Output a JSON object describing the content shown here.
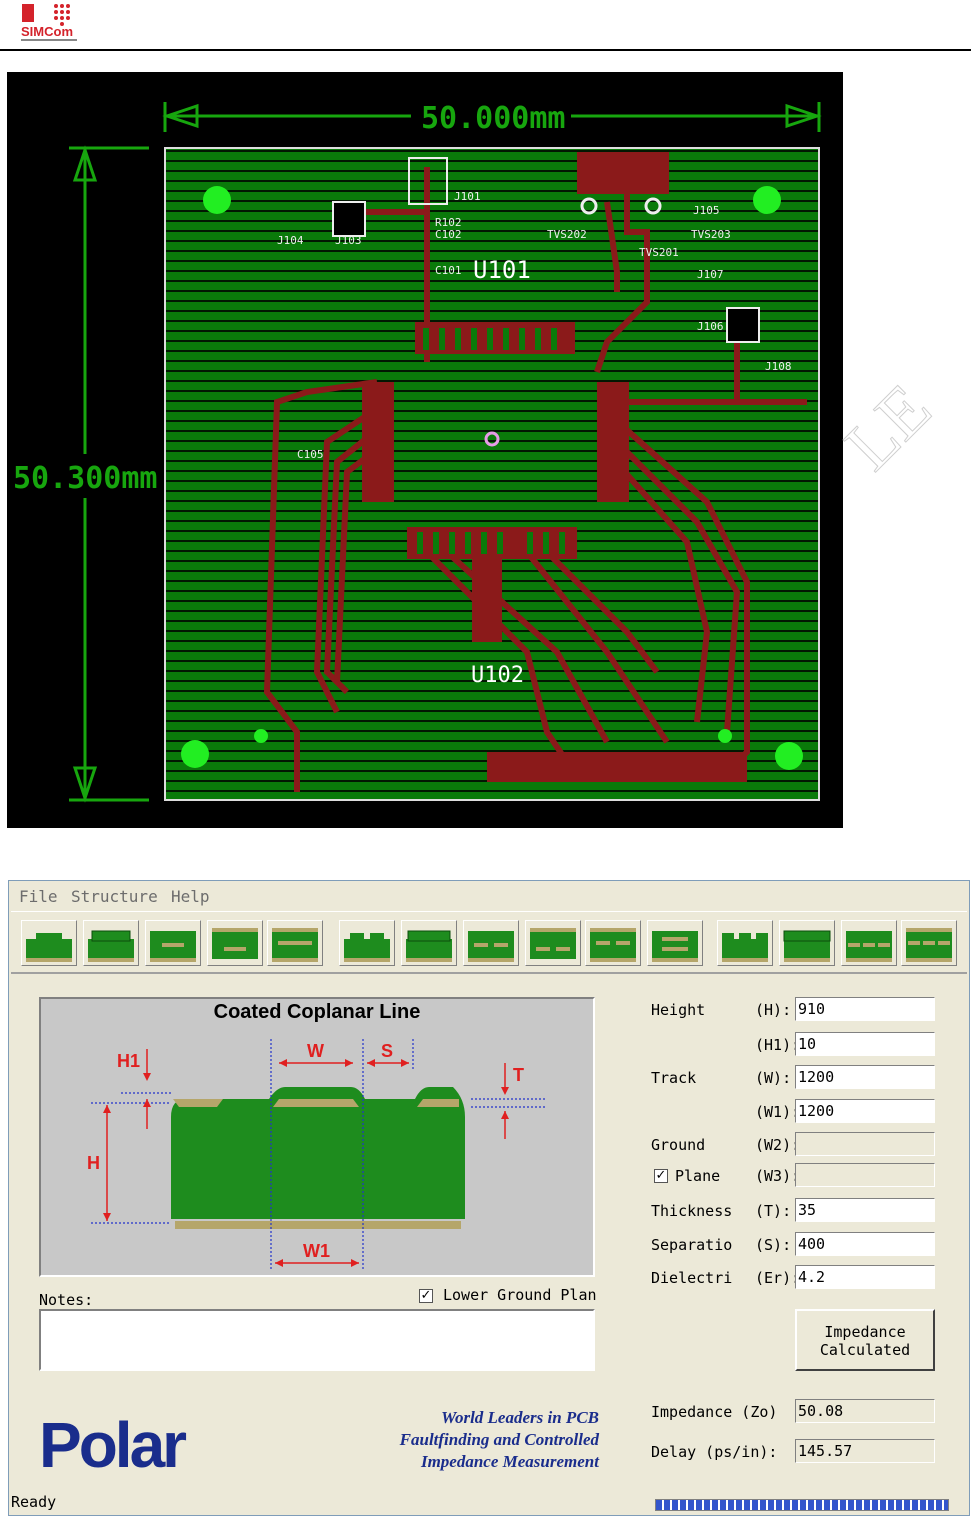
{
  "brand": {
    "name": "SIMCom"
  },
  "pcb": {
    "width_label": "50.000mm",
    "height_label": "50.300mm",
    "chip_label": "U101",
    "chip_label_bottom": "U102",
    "refs": {
      "j101": "J101",
      "j103": "J103",
      "j104": "J104",
      "j105": "J105",
      "j106": "J106",
      "j107": "J107",
      "j108": "J108",
      "tvs202": "TVS202",
      "tvs203": "TVS203",
      "tvs201": "TVS201",
      "c105": "C105",
      "c101": "C101",
      "c102": "C102",
      "r102": "R102"
    },
    "colors": {
      "board": "#0a7a0a",
      "trace": "#8b1a1a",
      "dimension": "#17a60e",
      "pad": "#22ee22"
    }
  },
  "app": {
    "menu": [
      "File",
      "Structure",
      "Help"
    ],
    "diagram": {
      "title": "Coated Coplanar Line",
      "labels": {
        "w": "W",
        "s": "S",
        "h1": "H1",
        "t": "T",
        "h": "H",
        "w1": "W1"
      },
      "colors": {
        "substrate": "#1e8c1e",
        "copper": "#b5a66a",
        "dimension": "#e02020",
        "guide": "#2233cc"
      }
    },
    "params": [
      {
        "label": "Height",
        "sym": "(H):",
        "value": "910"
      },
      {
        "label": "",
        "sym": "(H1):",
        "value": "10"
      },
      {
        "label": "Track",
        "sym": "(W):",
        "value": "1200"
      },
      {
        "label": "",
        "sym": "(W1):",
        "value": "1200"
      },
      {
        "label": "Ground",
        "sym": "(W2):",
        "value": ""
      },
      {
        "label": "Plane",
        "sym": "(W3):",
        "value": ""
      },
      {
        "label": "Thickness",
        "sym": "(T):",
        "value": "35"
      },
      {
        "label": "Separatio",
        "sym": "(S):",
        "value": "400"
      },
      {
        "label": "Dielectri",
        "sym": "(Er):",
        "value": "4.2"
      }
    ],
    "plane_checked": "✓",
    "notes_label": "Notes:",
    "lower_ground": {
      "label": "Lower Ground Plan",
      "checked": "✓"
    },
    "calc_button": [
      "Impedance",
      "Calculated"
    ],
    "results": {
      "impedance": {
        "label": "Impedance (Zo)",
        "value": "50.08"
      },
      "delay": {
        "label": "Delay (ps/in):",
        "value": "145.57"
      }
    },
    "tagline": [
      "World Leaders in PCB",
      "Faultfinding and Controlled",
      "Impedance Measurement"
    ],
    "polar_logo": "Polar",
    "status": "Ready"
  }
}
